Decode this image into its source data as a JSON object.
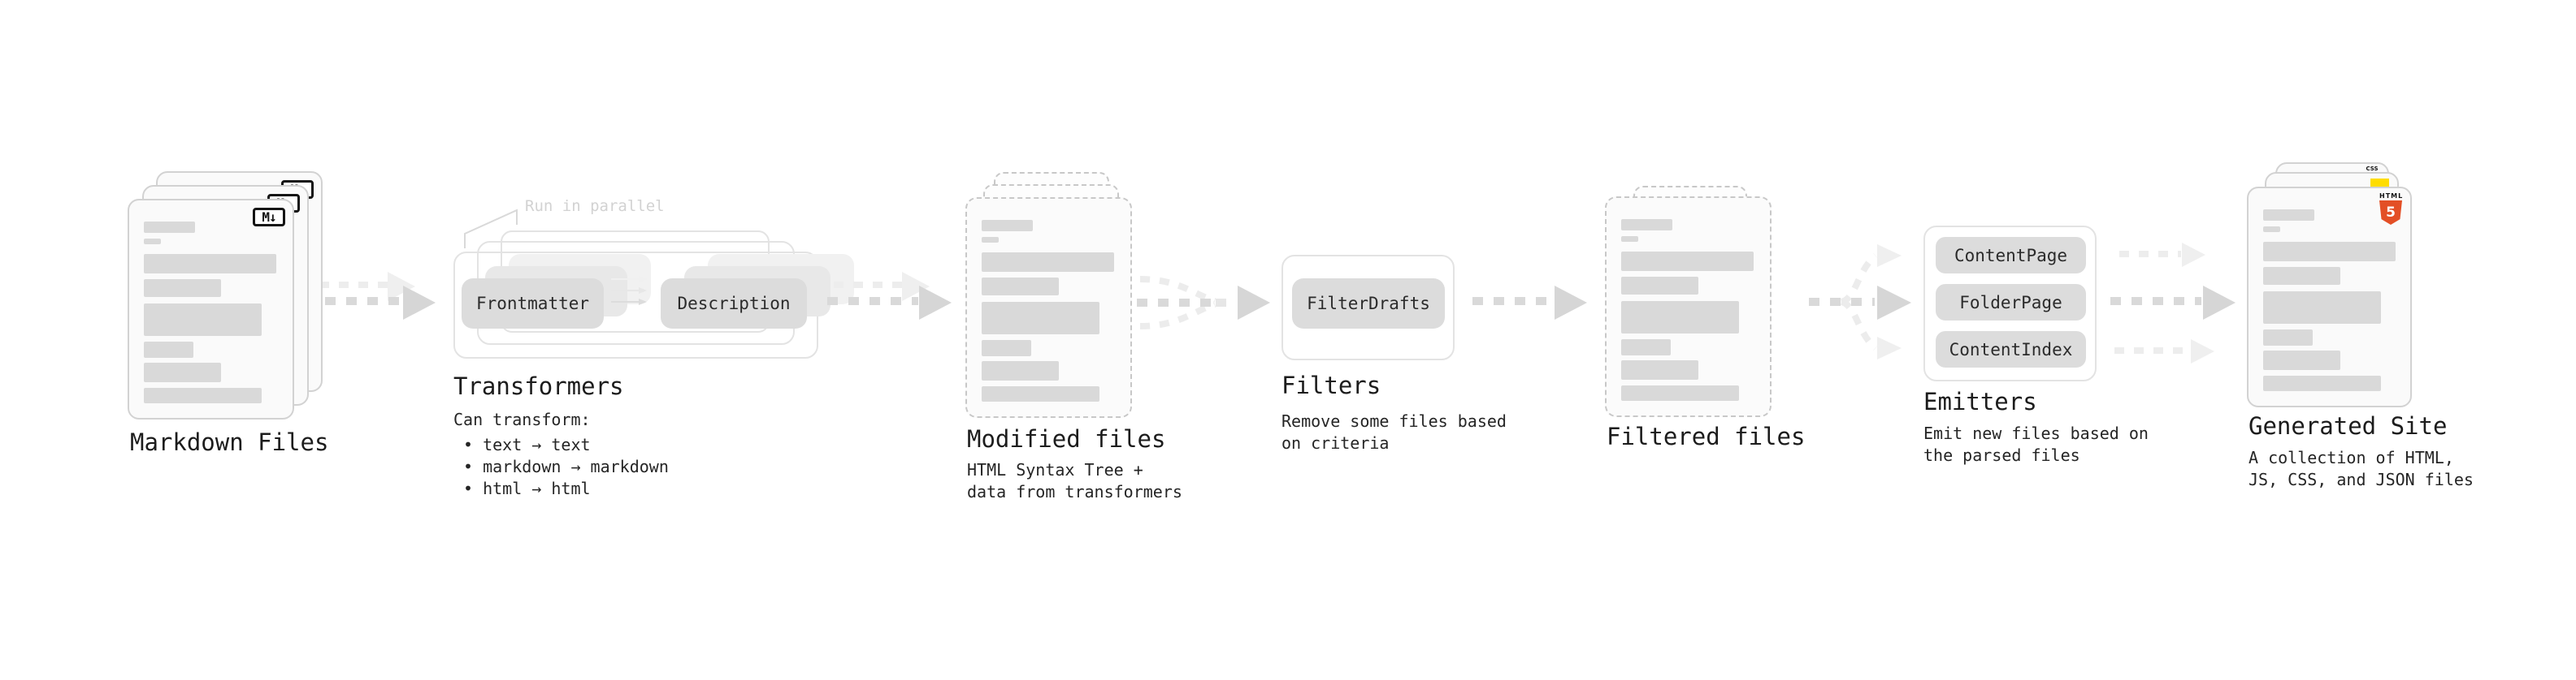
{
  "pipeline": {
    "markdown_files": {
      "label": "Markdown Files",
      "file_badge": "M↓"
    },
    "transformers": {
      "label": "Transformers",
      "parallel_note": "Run in parallel",
      "transformer_boxes": [
        "Frontmatter",
        "Description"
      ],
      "note_heading": "Can transform:",
      "note_bullets": [
        "• text → text",
        "• markdown → markdown",
        "• html → html"
      ]
    },
    "modified_files": {
      "label": "Modified files",
      "note_line1": "HTML Syntax Tree +",
      "note_line2": "data from transformers"
    },
    "filters": {
      "label": "Filters",
      "filter_boxes": [
        "FilterDrafts"
      ],
      "note_line1": "Remove some files based",
      "note_line2": "on criteria"
    },
    "filtered_files": {
      "label": "Filtered files"
    },
    "emitters": {
      "label": "Emitters",
      "emitter_boxes": [
        "ContentPage",
        "FolderPage",
        "ContentIndex"
      ],
      "note_line1": "Emit new files based on",
      "note_line2": "the parsed files"
    },
    "generated_site": {
      "label": "Generated Site",
      "note_line1": "A collection of HTML,",
      "note_line2": "JS, CSS, and JSON files",
      "html5_badge_top": "HTML",
      "html5_badge_number": "5",
      "css_badge": "CSS"
    }
  },
  "colors": {
    "html5_orange": "#e34f26",
    "js_yellow": "#ffdd00",
    "css_blue": "#2767f4",
    "bar_gray": "#d9d9d9",
    "pill_gray": "#dcdcdc"
  }
}
